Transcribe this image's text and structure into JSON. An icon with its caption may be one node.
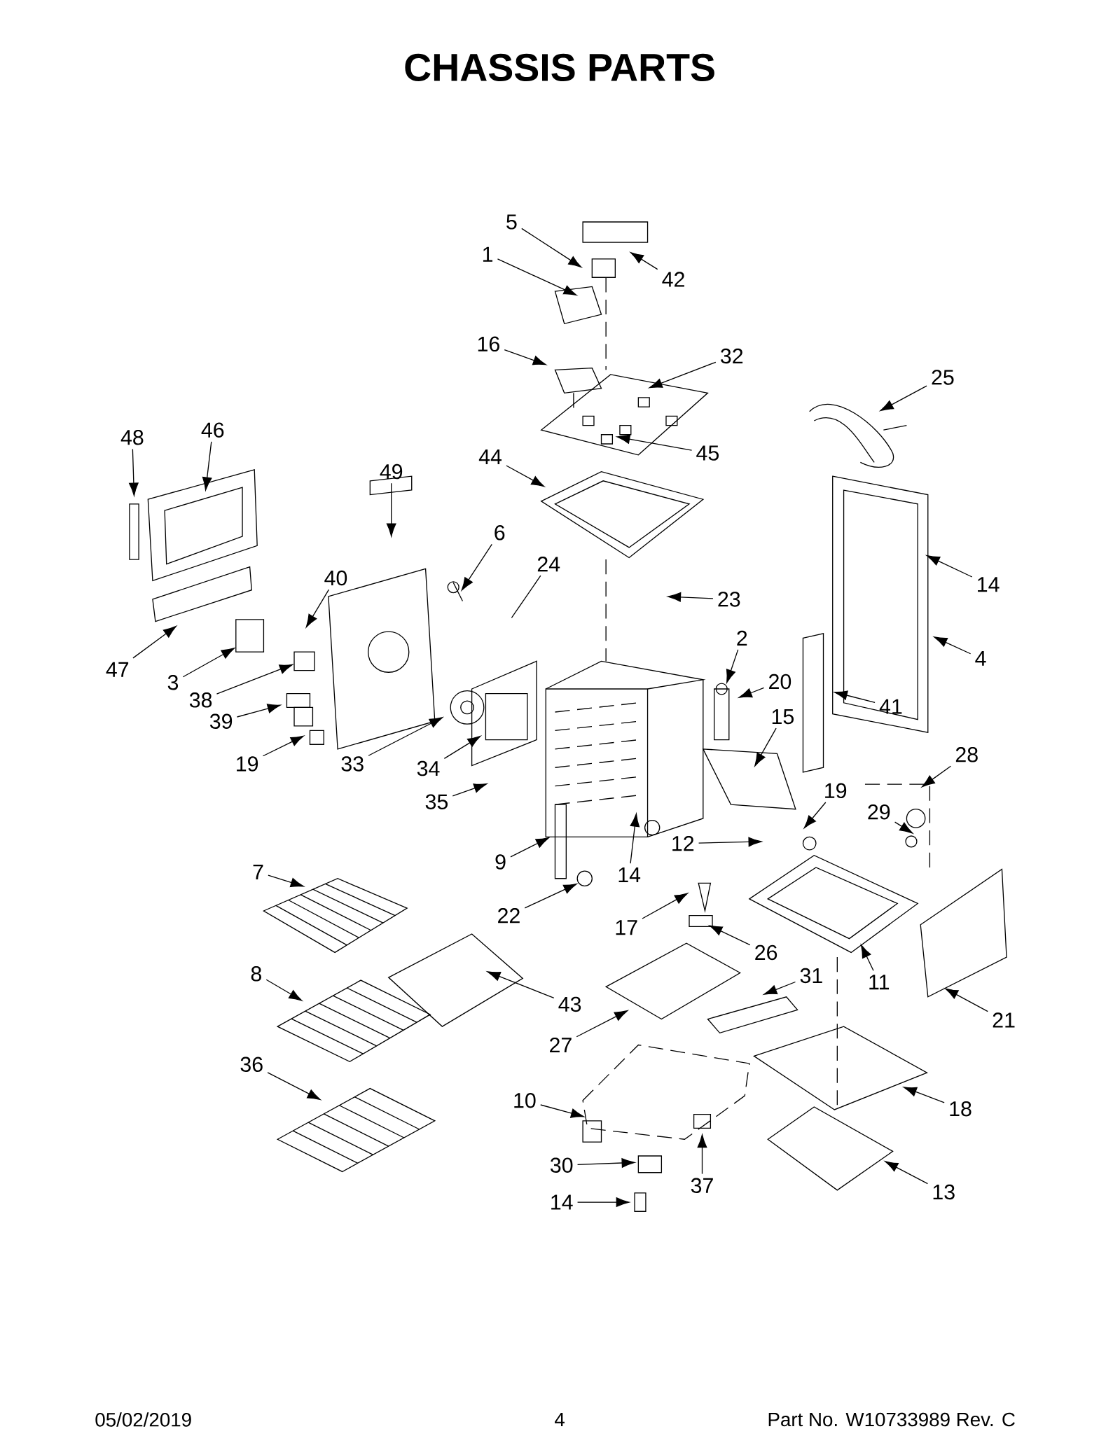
{
  "diagram": {
    "title": "CHASSIS PARTS",
    "nodes": [
      {
        "text": [
          "5"
        ]
      },
      {
        "text": [
          "1"
        ]
      },
      {
        "text": [
          "42"
        ]
      },
      {
        "text": [
          "16"
        ]
      },
      {
        "text": [
          "32"
        ]
      },
      {
        "text": [
          "25"
        ]
      },
      {
        "text": [
          "48"
        ]
      },
      {
        "text": [
          "46"
        ]
      },
      {
        "text": [
          "45"
        ]
      },
      {
        "text": [
          "44"
        ]
      },
      {
        "text": [
          "49"
        ]
      },
      {
        "text": [
          "6"
        ]
      },
      {
        "text": [
          "24"
        ]
      },
      {
        "text": [
          "40"
        ]
      },
      {
        "text": [
          "14"
        ]
      },
      {
        "text": [
          "23"
        ]
      },
      {
        "text": [
          "2"
        ]
      },
      {
        "text": [
          "4"
        ]
      },
      {
        "text": [
          "47"
        ]
      },
      {
        "text": [
          "3"
        ]
      },
      {
        "text": [
          "20"
        ]
      },
      {
        "text": [
          "38"
        ]
      },
      {
        "text": [
          "15"
        ]
      },
      {
        "text": [
          "39"
        ]
      },
      {
        "text": [
          "41"
        ]
      },
      {
        "text": [
          "33"
        ]
      },
      {
        "text": [
          "19"
        ]
      },
      {
        "text": [
          "34"
        ]
      },
      {
        "text": [
          "28"
        ]
      },
      {
        "text": [
          "35"
        ]
      },
      {
        "text": [
          "19"
        ]
      },
      {
        "text": [
          "29"
        ]
      },
      {
        "text": [
          "9"
        ]
      },
      {
        "text": [
          "12"
        ]
      },
      {
        "text": [
          "14"
        ]
      },
      {
        "text": [
          "7"
        ]
      },
      {
        "text": [
          "22"
        ]
      },
      {
        "text": [
          "17"
        ]
      },
      {
        "text": [
          "26"
        ]
      },
      {
        "text": [
          "11"
        ]
      },
      {
        "text": [
          "8"
        ]
      },
      {
        "text": [
          "43"
        ]
      },
      {
        "text": [
          "31"
        ]
      },
      {
        "text": [
          "21"
        ]
      },
      {
        "text": [
          "27"
        ]
      },
      {
        "text": [
          "36"
        ]
      },
      {
        "text": [
          "10"
        ]
      },
      {
        "text": [
          "18"
        ]
      },
      {
        "text": [
          "30"
        ]
      },
      {
        "text": [
          "37"
        ]
      },
      {
        "text": [
          "13"
        ]
      },
      {
        "text": [
          "14"
        ]
      }
    ],
    "edges": [
      {
        "from": 0,
        "to": null,
        "arrow": "to"
      },
      {
        "from": 1,
        "to": null,
        "arrow": "to"
      },
      {
        "from": 2,
        "to": null,
        "arrow": "to"
      },
      {
        "from": 3,
        "to": null,
        "arrow": "to"
      },
      {
        "from": 4,
        "to": null,
        "arrow": "to"
      },
      {
        "from": 5,
        "to": null,
        "arrow": "to"
      },
      {
        "from": 6,
        "to": null,
        "arrow": "to"
      },
      {
        "from": 7,
        "to": null,
        "arrow": "to"
      },
      {
        "from": 8,
        "to": null,
        "arrow": "to"
      },
      {
        "from": 9,
        "to": null,
        "arrow": "to"
      },
      {
        "from": 10,
        "to": null,
        "arrow": "to"
      },
      {
        "from": 11,
        "to": null,
        "arrow": "to"
      },
      {
        "from": 12,
        "to": null,
        "arrow": "none"
      },
      {
        "from": 13,
        "to": null,
        "arrow": "to"
      },
      {
        "from": 14,
        "to": null,
        "arrow": "to"
      },
      {
        "from": 15,
        "to": null,
        "arrow": "to"
      },
      {
        "from": 16,
        "to": null,
        "arrow": "to"
      },
      {
        "from": 17,
        "to": null,
        "arrow": "to"
      },
      {
        "from": 18,
        "to": null,
        "arrow": "to"
      },
      {
        "from": 19,
        "to": null,
        "arrow": "to"
      },
      {
        "from": 20,
        "to": null,
        "arrow": "to"
      },
      {
        "from": 21,
        "to": null,
        "arrow": "to"
      },
      {
        "from": 22,
        "to": null,
        "arrow": "to"
      },
      {
        "from": 23,
        "to": null,
        "arrow": "to"
      },
      {
        "from": 24,
        "to": null,
        "arrow": "to"
      },
      {
        "from": 25,
        "to": null,
        "arrow": "to"
      },
      {
        "from": 26,
        "to": null,
        "arrow": "to"
      },
      {
        "from": 27,
        "to": null,
        "arrow": "to"
      },
      {
        "from": 28,
        "to": null,
        "arrow": "to"
      },
      {
        "from": 29,
        "to": null,
        "arrow": "to"
      },
      {
        "from": 30,
        "to": null,
        "arrow": "to"
      },
      {
        "from": 31,
        "to": null,
        "arrow": "to"
      },
      {
        "from": 32,
        "to": null,
        "arrow": "to"
      },
      {
        "from": 33,
        "to": null,
        "arrow": "to"
      },
      {
        "from": 34,
        "to": null,
        "arrow": "to"
      },
      {
        "from": 35,
        "to": null,
        "arrow": "to"
      },
      {
        "from": 36,
        "to": null,
        "arrow": "to"
      },
      {
        "from": 37,
        "to": null,
        "arrow": "to"
      },
      {
        "from": 38,
        "to": null,
        "arrow": "to"
      },
      {
        "from": 39,
        "to": null,
        "arrow": "to"
      },
      {
        "from": 40,
        "to": null,
        "arrow": "to"
      },
      {
        "from": 41,
        "to": null,
        "arrow": "to"
      },
      {
        "from": 42,
        "to": null,
        "arrow": "to"
      },
      {
        "from": 43,
        "to": null,
        "arrow": "to"
      },
      {
        "from": 44,
        "to": null,
        "arrow": "to"
      },
      {
        "from": 45,
        "to": null,
        "arrow": "to"
      },
      {
        "from": 46,
        "to": null,
        "arrow": "to"
      },
      {
        "from": 47,
        "to": null,
        "arrow": "to"
      },
      {
        "from": 48,
        "to": null,
        "arrow": "to"
      },
      {
        "from": 49,
        "to": null,
        "arrow": "to"
      },
      {
        "from": 50,
        "to": null,
        "arrow": "to"
      },
      {
        "from": 51,
        "to": null,
        "arrow": "to"
      }
    ],
    "labels": [
      "05/02/2019",
      "4",
      "Part No.  W10733989  Rev.  C"
    ]
  }
}
